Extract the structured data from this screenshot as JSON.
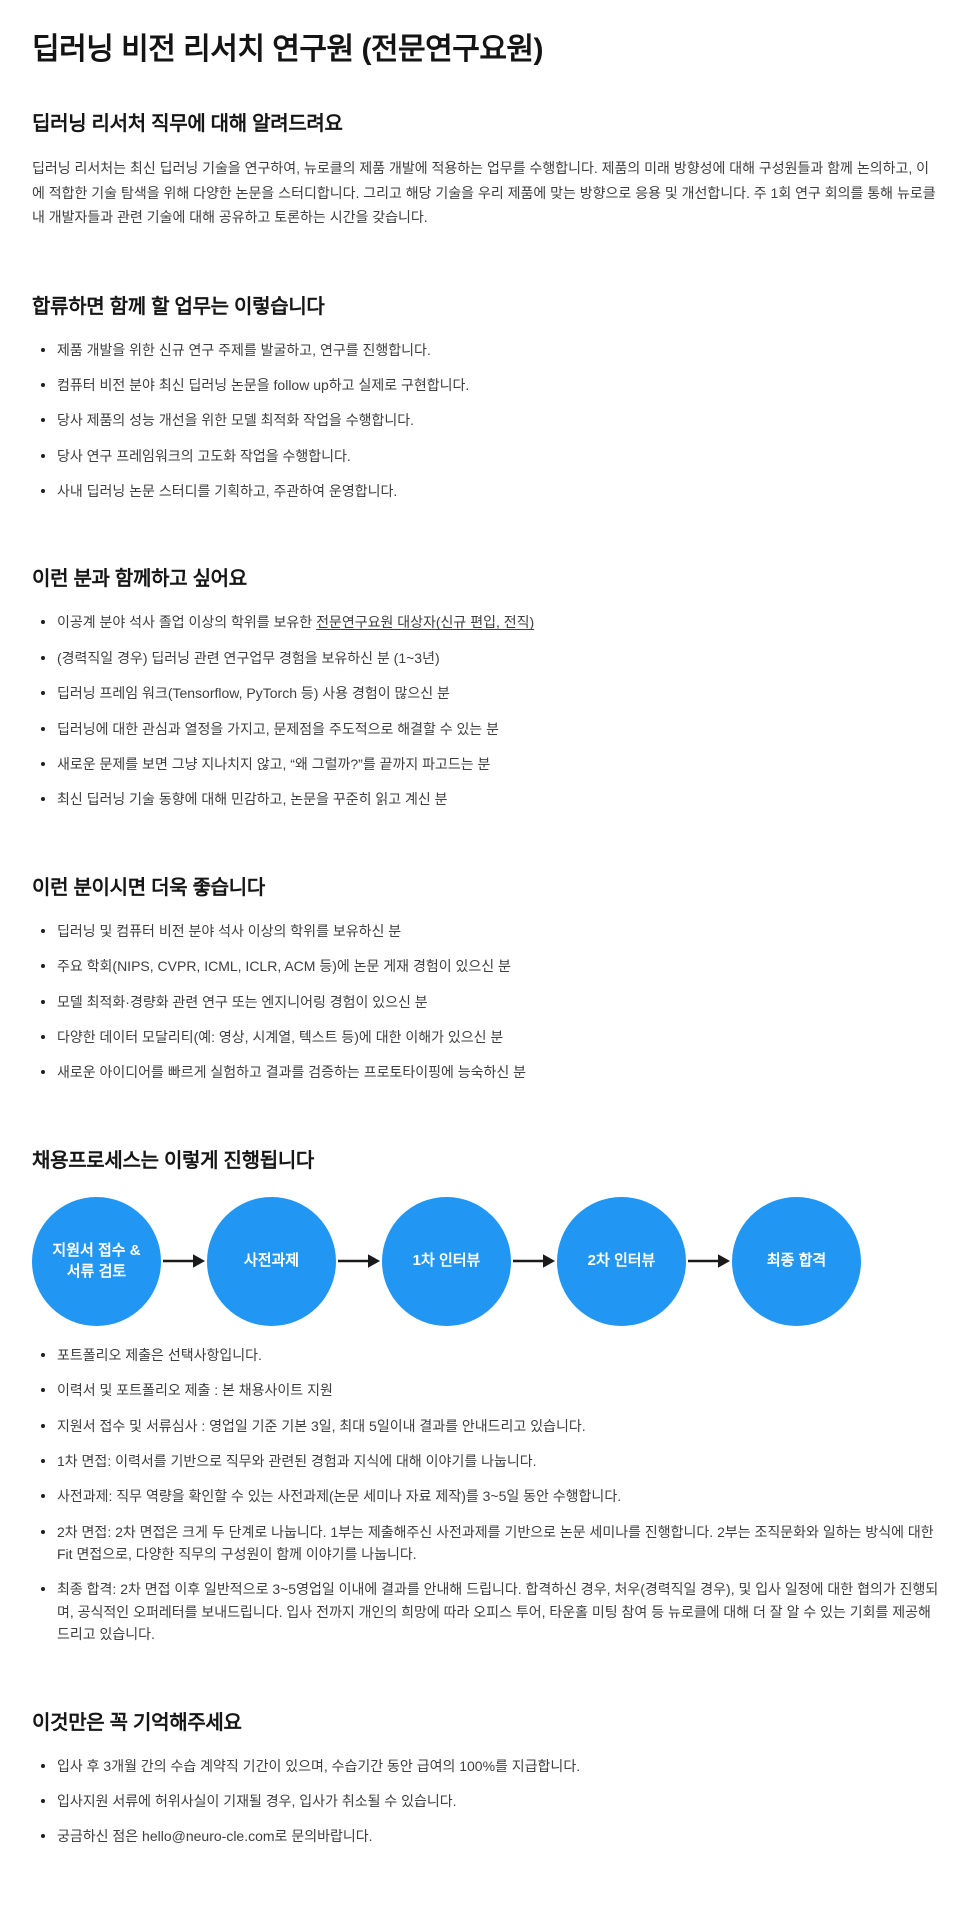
{
  "header": {
    "title": "딥러닝 비전 리서치 연구원 (전문연구요원)"
  },
  "intro": {
    "heading": "딥러닝 리서처 직무에 대해 알려드려요",
    "body": "딥러닝 리서처는 최신 딥러닝 기술을 연구하여, 뉴로클의 제품 개발에 적용하는 업무를 수행합니다. 제품의 미래 방향성에 대해 구성원들과 함께 논의하고, 이에 적합한 기술 탐색을 위해 다양한 논문을 스터디합니다. 그리고 해당 기술을 우리 제품에 맞는 방향으로 응용 및 개선합니다. 주 1회 연구 회의를 통해 뉴로클 내 개발자들과 관련 기술에 대해 공유하고 토론하는 시간을 갖습니다."
  },
  "work": {
    "heading": "합류하면 함께 할 업무는 이렇습니다",
    "bullets": [
      "제품 개발을 위한 신규 연구 주제를 발굴하고, 연구를 진행합니다.",
      "컴퓨터 비전 분야 최신 딥러닝 논문을 follow up하고 실제로 구현합니다.",
      "당사 제품의 성능 개선을 위한 모델 최적화 작업을 수행합니다.",
      "당사 연구 프레임워크의 고도화 작업을 수행합니다.",
      "사내 딥러닝 논문 스터디를 기획하고, 주관하여 운영합니다."
    ]
  },
  "requirements": {
    "heading": "이런 분과 함께하고 싶어요",
    "bullet0_plain": "이공계 분야 석사 졸업 이상의 학위를 보유한 ",
    "bullet0_underlined": "전문연구요원 대상자(신규 편입, 전직)",
    "bullets": [
      "(경력직일 경우) 딥러닝 관련 연구업무 경험을 보유하신 분 (1~3년)",
      "딥러닝 프레임 워크(Tensorflow, PyTorch 등) 사용 경험이 많으신 분",
      "딥러닝에 대한 관심과 열정을 가지고, 문제점을 주도적으로 해결할 수 있는 분",
      "새로운 문제를 보면 그냥 지나치지 않고, “왜 그럴까?”를 끝까지 파고드는 분",
      "최신 딥러닝 기술 동향에 대해 민감하고, 논문을 꾸준히 읽고 계신 분"
    ]
  },
  "preferred": {
    "heading": "이런 분이시면 더욱 좋습니다",
    "bullets": [
      "딥러닝 및 컴퓨터 비전 분야 석사 이상의 학위를 보유하신 분",
      "주요 학회(NIPS, CVPR, ICML, ICLR, ACM 등)에 논문 게재 경험이 있으신 분",
      "모델 최적화·경량화 관련 연구 또는 엔지니어링 경험이 있으신 분",
      "다양한 데이터 모달리티(예: 영상, 시계열, 텍스트 등)에 대한 이해가 있으신 분",
      "새로운 아이디어를 빠르게 실험하고 결과를 검증하는 프로토타이핑에 능숙하신 분"
    ]
  },
  "process": {
    "heading": "채용프로세스는 이렇게 진행됩니다",
    "accent_color": "#2196F3",
    "steps": [
      "지원서 접수 &\n서류 검토",
      "사전과제",
      "1차 인터뷰",
      "2차 인터뷰",
      "최종 합격"
    ],
    "bullets": [
      "포트폴리오 제출은 선택사항입니다.",
      "이력서 및 포트폴리오 제출 : 본 채용사이트 지원",
      "지원서 접수 및 서류심사 : 영업일 기준 기본 3일, 최대 5일이내 결과를 안내드리고 있습니다.",
      "1차 면접: 이력서를 기반으로 직무와 관련된 경험과 지식에 대해 이야기를 나눕니다.",
      "사전과제: 직무 역량을 확인할 수 있는 사전과제(논문 세미나 자료 제작)를 3~5일 동안 수행합니다.",
      "2차 면접: 2차 면접은 크게 두 단계로 나눕니다. 1부는 제출해주신 사전과제를 기반으로 논문 세미나를 진행합니다. 2부는 조직문화와 일하는 방식에 대한 Fit 면접으로, 다양한 직무의 구성원이 함께 이야기를 나눕니다.",
      "최종 합격: 2차 면접 이후 일반적으로 3~5영업일 이내에 결과를 안내해 드립니다. 합격하신 경우, 처우(경력직일 경우), 및 입사 일정에 대한 협의가 진행되며, 공식적인 오퍼레터를 보내드립니다. 입사 전까지 개인의 희망에 따라 오피스 투어, 타운홀 미팅 참여 등 뉴로클에 대해 더 잘 알 수 있는 기회를 제공해드리고 있습니다."
    ]
  },
  "notes": {
    "heading": "이것만은 꼭 기억해주세요",
    "bullets": [
      "입사 후 3개월 간의 수습 계약직 기간이 있으며, 수습기간 동안 급여의 100%를 지급합니다.",
      "입사지원 서류에 허위사실이 기재될 경우, 입사가 취소될 수 있습니다.",
      "궁금하신 점은 hello@neuro-cle.com로 문의바랍니다."
    ]
  }
}
